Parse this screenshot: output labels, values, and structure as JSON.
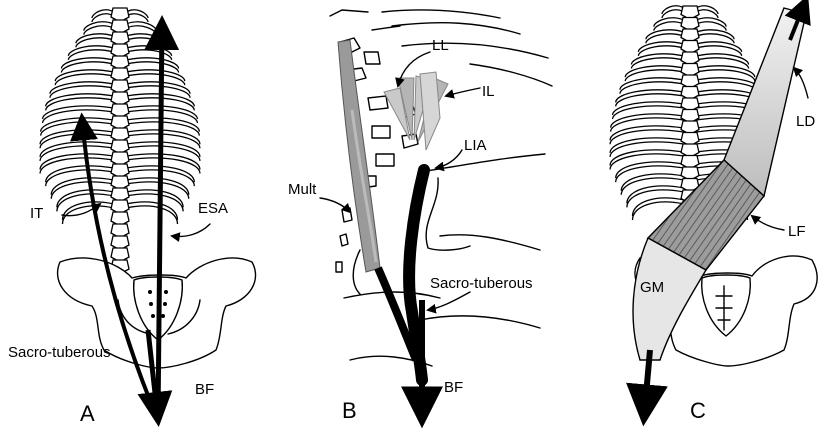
{
  "panels": [
    {
      "id": "A",
      "label": "A"
    },
    {
      "id": "B",
      "label": "B"
    },
    {
      "id": "C",
      "label": "C"
    }
  ],
  "labels": {
    "a_it": "IT",
    "a_esa": "ESA",
    "a_sacrotuberous": "Sacro-tuberous",
    "a_bf": "BF",
    "b_ll": "LL",
    "b_il": "IL",
    "b_lia": "LIA",
    "b_mult": "Mult",
    "b_sacrotuberous": "Sacro-tuberous",
    "b_bf": "BF",
    "c_ld": "LD",
    "c_lf": "LF",
    "c_gm": "GM"
  },
  "colors": {
    "ink": "#000000",
    "muscle_light": "#d4d4d4",
    "muscle_dark": "#8a8a8a",
    "fascia_hatch": "#6a6a6a"
  }
}
